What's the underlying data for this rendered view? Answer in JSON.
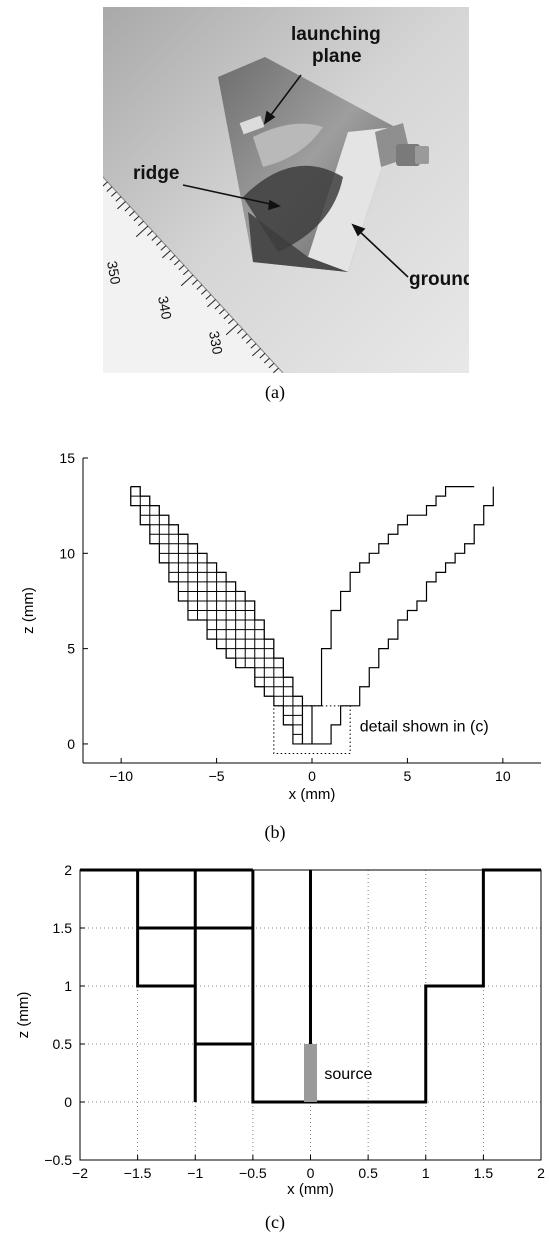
{
  "figure_a": {
    "caption": "(a)",
    "labels": {
      "launching_plane": [
        "launching",
        "plane"
      ],
      "ridge": "ridge",
      "ground": "ground"
    },
    "ruler_numbers": [
      "350",
      "340",
      "330"
    ]
  },
  "chart_data": [
    {
      "panel": "(b)",
      "type": "line",
      "xlabel": "x (mm)",
      "ylabel": "z (mm)",
      "xlim": [
        -12,
        12
      ],
      "ylim": [
        -1,
        15
      ],
      "xticks": [
        "-10",
        "-5",
        "0",
        "5",
        "10"
      ],
      "yticks": [
        "0",
        "5",
        "10",
        "15"
      ],
      "grid": false,
      "annotation": "detail shown in (c)",
      "detail_box": {
        "x": [
          -2,
          2
        ],
        "z": [
          -0.5,
          2
        ]
      },
      "series": [
        {
          "values": [
            [
              0,
              0
            ],
            [
              0,
              2
            ],
            [
              0.5,
              2
            ],
            [
              0.5,
              5
            ],
            [
              1,
              5
            ],
            [
              1,
              7
            ],
            [
              1.5,
              7
            ],
            [
              1.5,
              8
            ],
            [
              2,
              8
            ],
            [
              2,
              9
            ],
            [
              2.5,
              9
            ],
            [
              2.5,
              9.5
            ],
            [
              3,
              9.5
            ],
            [
              3,
              10
            ],
            [
              3.5,
              10
            ],
            [
              3.5,
              10.5
            ],
            [
              4,
              10.5
            ],
            [
              4,
              11
            ],
            [
              4.5,
              11
            ],
            [
              4.5,
              11.5
            ],
            [
              5,
              11.5
            ],
            [
              5,
              12
            ],
            [
              6,
              12
            ],
            [
              6,
              12.5
            ],
            [
              6.5,
              12.5
            ],
            [
              6.5,
              13
            ],
            [
              7,
              13
            ],
            [
              7,
              13.5
            ],
            [
              8.5,
              13.5
            ]
          ]
        },
        {
          "values": [
            [
              -0.5,
              0
            ],
            [
              1,
              0
            ],
            [
              1,
              1
            ],
            [
              1.5,
              1
            ],
            [
              1.5,
              2
            ],
            [
              2.5,
              2
            ],
            [
              2.5,
              3
            ],
            [
              3,
              3
            ],
            [
              3,
              4
            ],
            [
              3.5,
              4
            ],
            [
              3.5,
              5
            ],
            [
              4,
              5
            ],
            [
              4,
              5.5
            ],
            [
              4.5,
              5.5
            ],
            [
              4.5,
              6.5
            ],
            [
              5,
              6.5
            ],
            [
              5,
              7
            ],
            [
              5.5,
              7
            ],
            [
              5.5,
              7.5
            ],
            [
              6,
              7.5
            ],
            [
              6,
              8.5
            ],
            [
              6.5,
              8.5
            ],
            [
              6.5,
              9
            ],
            [
              7,
              9
            ],
            [
              7,
              9.5
            ],
            [
              7.5,
              9.5
            ],
            [
              7.5,
              10
            ],
            [
              8,
              10
            ],
            [
              8,
              10.5
            ],
            [
              8.5,
              10.5
            ],
            [
              8.5,
              11.5
            ],
            [
              9,
              11.5
            ],
            [
              9,
              12.5
            ],
            [
              9.5,
              12.5
            ],
            [
              9.5,
              13.5
            ]
          ]
        }
      ],
      "ridge_lower_envelope": [
        [
          -9.5,
          13.5
        ],
        [
          -9.5,
          12.5
        ],
        [
          -9,
          12.5
        ],
        [
          -9,
          11.5
        ],
        [
          -8.5,
          11.5
        ],
        [
          -8.5,
          10.5
        ],
        [
          -8,
          10.5
        ],
        [
          -8,
          9.5
        ],
        [
          -7.5,
          9.5
        ],
        [
          -7.5,
          8.5
        ],
        [
          -7,
          8.5
        ],
        [
          -7,
          7.5
        ],
        [
          -6.5,
          7.5
        ],
        [
          -6.5,
          6.5
        ],
        [
          -5.5,
          6.5
        ],
        [
          -5.5,
          5.5
        ],
        [
          -5,
          5.5
        ],
        [
          -5,
          5
        ],
        [
          -4.5,
          5
        ],
        [
          -4.5,
          4.5
        ],
        [
          -4,
          4.5
        ],
        [
          -4,
          4
        ],
        [
          -3,
          4
        ],
        [
          -3,
          3
        ],
        [
          -2.5,
          3
        ],
        [
          -2.5,
          2.5
        ],
        [
          -2,
          2.5
        ],
        [
          -2,
          2
        ],
        [
          -1.5,
          2
        ],
        [
          -1.5,
          1
        ],
        [
          -1,
          1
        ],
        [
          -1,
          0
        ],
        [
          -0.5,
          0
        ],
        [
          -0.5,
          2
        ],
        [
          0,
          2
        ]
      ],
      "ridge_upper_envelope": [
        [
          -9.5,
          13.5
        ],
        [
          -9,
          13.5
        ],
        [
          -9,
          13
        ],
        [
          -8.5,
          13
        ],
        [
          -8.5,
          12.5
        ],
        [
          -8,
          12.5
        ],
        [
          -8,
          12
        ],
        [
          -7.5,
          12
        ],
        [
          -7.5,
          11.5
        ],
        [
          -7,
          11.5
        ],
        [
          -7,
          11
        ],
        [
          -6.5,
          11
        ],
        [
          -6.5,
          10.5
        ],
        [
          -6,
          10.5
        ],
        [
          -6,
          10
        ],
        [
          -5.5,
          10
        ],
        [
          -5.5,
          9.5
        ],
        [
          -5,
          9.5
        ],
        [
          -5,
          9
        ],
        [
          -4.5,
          9
        ],
        [
          -4.5,
          8.5
        ],
        [
          -4,
          8.5
        ],
        [
          -4,
          8
        ],
        [
          -3.5,
          8
        ],
        [
          -3.5,
          7.5
        ],
        [
          -3,
          7.5
        ],
        [
          -3,
          6.5
        ],
        [
          -2.5,
          6.5
        ],
        [
          -2.5,
          5.5
        ],
        [
          -2,
          5.5
        ],
        [
          -2,
          4.5
        ],
        [
          -1.5,
          4.5
        ],
        [
          -1.5,
          3.5
        ],
        [
          -1,
          3.5
        ],
        [
          -1,
          2.5
        ],
        [
          -0.5,
          2.5
        ],
        [
          -0.5,
          2
        ]
      ]
    },
    {
      "panel": "(c)",
      "type": "line",
      "xlabel": "x (mm)",
      "ylabel": "z (mm)",
      "xlim": [
        -2,
        2
      ],
      "ylim": [
        -0.5,
        2
      ],
      "xticks": [
        "-2",
        "-1.5",
        "-1",
        "-0.5",
        "0",
        "0.5",
        "1",
        "1.5",
        "2"
      ],
      "yticks": [
        "-0.5",
        "0",
        "0.5",
        "1",
        "1.5",
        "2"
      ],
      "grid": true,
      "annotation": "source",
      "source": {
        "x": 0,
        "z": [
          0,
          0.5
        ]
      },
      "segments": [
        [
          [
            -2,
            2
          ],
          [
            -0.5,
            2
          ]
        ],
        [
          [
            -1.5,
            2
          ],
          [
            -1.5,
            1
          ],
          [
            -1,
            1
          ]
        ],
        [
          [
            -1.5,
            1.5
          ],
          [
            -0.5,
            1.5
          ]
        ],
        [
          [
            -1,
            2
          ],
          [
            -1,
            0
          ]
        ],
        [
          [
            -1,
            0.5
          ],
          [
            -0.5,
            0.5
          ]
        ],
        [
          [
            -0.5,
            2
          ],
          [
            -0.5,
            0
          ],
          [
            1,
            0
          ],
          [
            1,
            1
          ],
          [
            1.5,
            1
          ],
          [
            1.5,
            2
          ],
          [
            2,
            2
          ]
        ],
        [
          [
            0,
            2
          ],
          [
            0,
            0
          ]
        ]
      ]
    }
  ]
}
